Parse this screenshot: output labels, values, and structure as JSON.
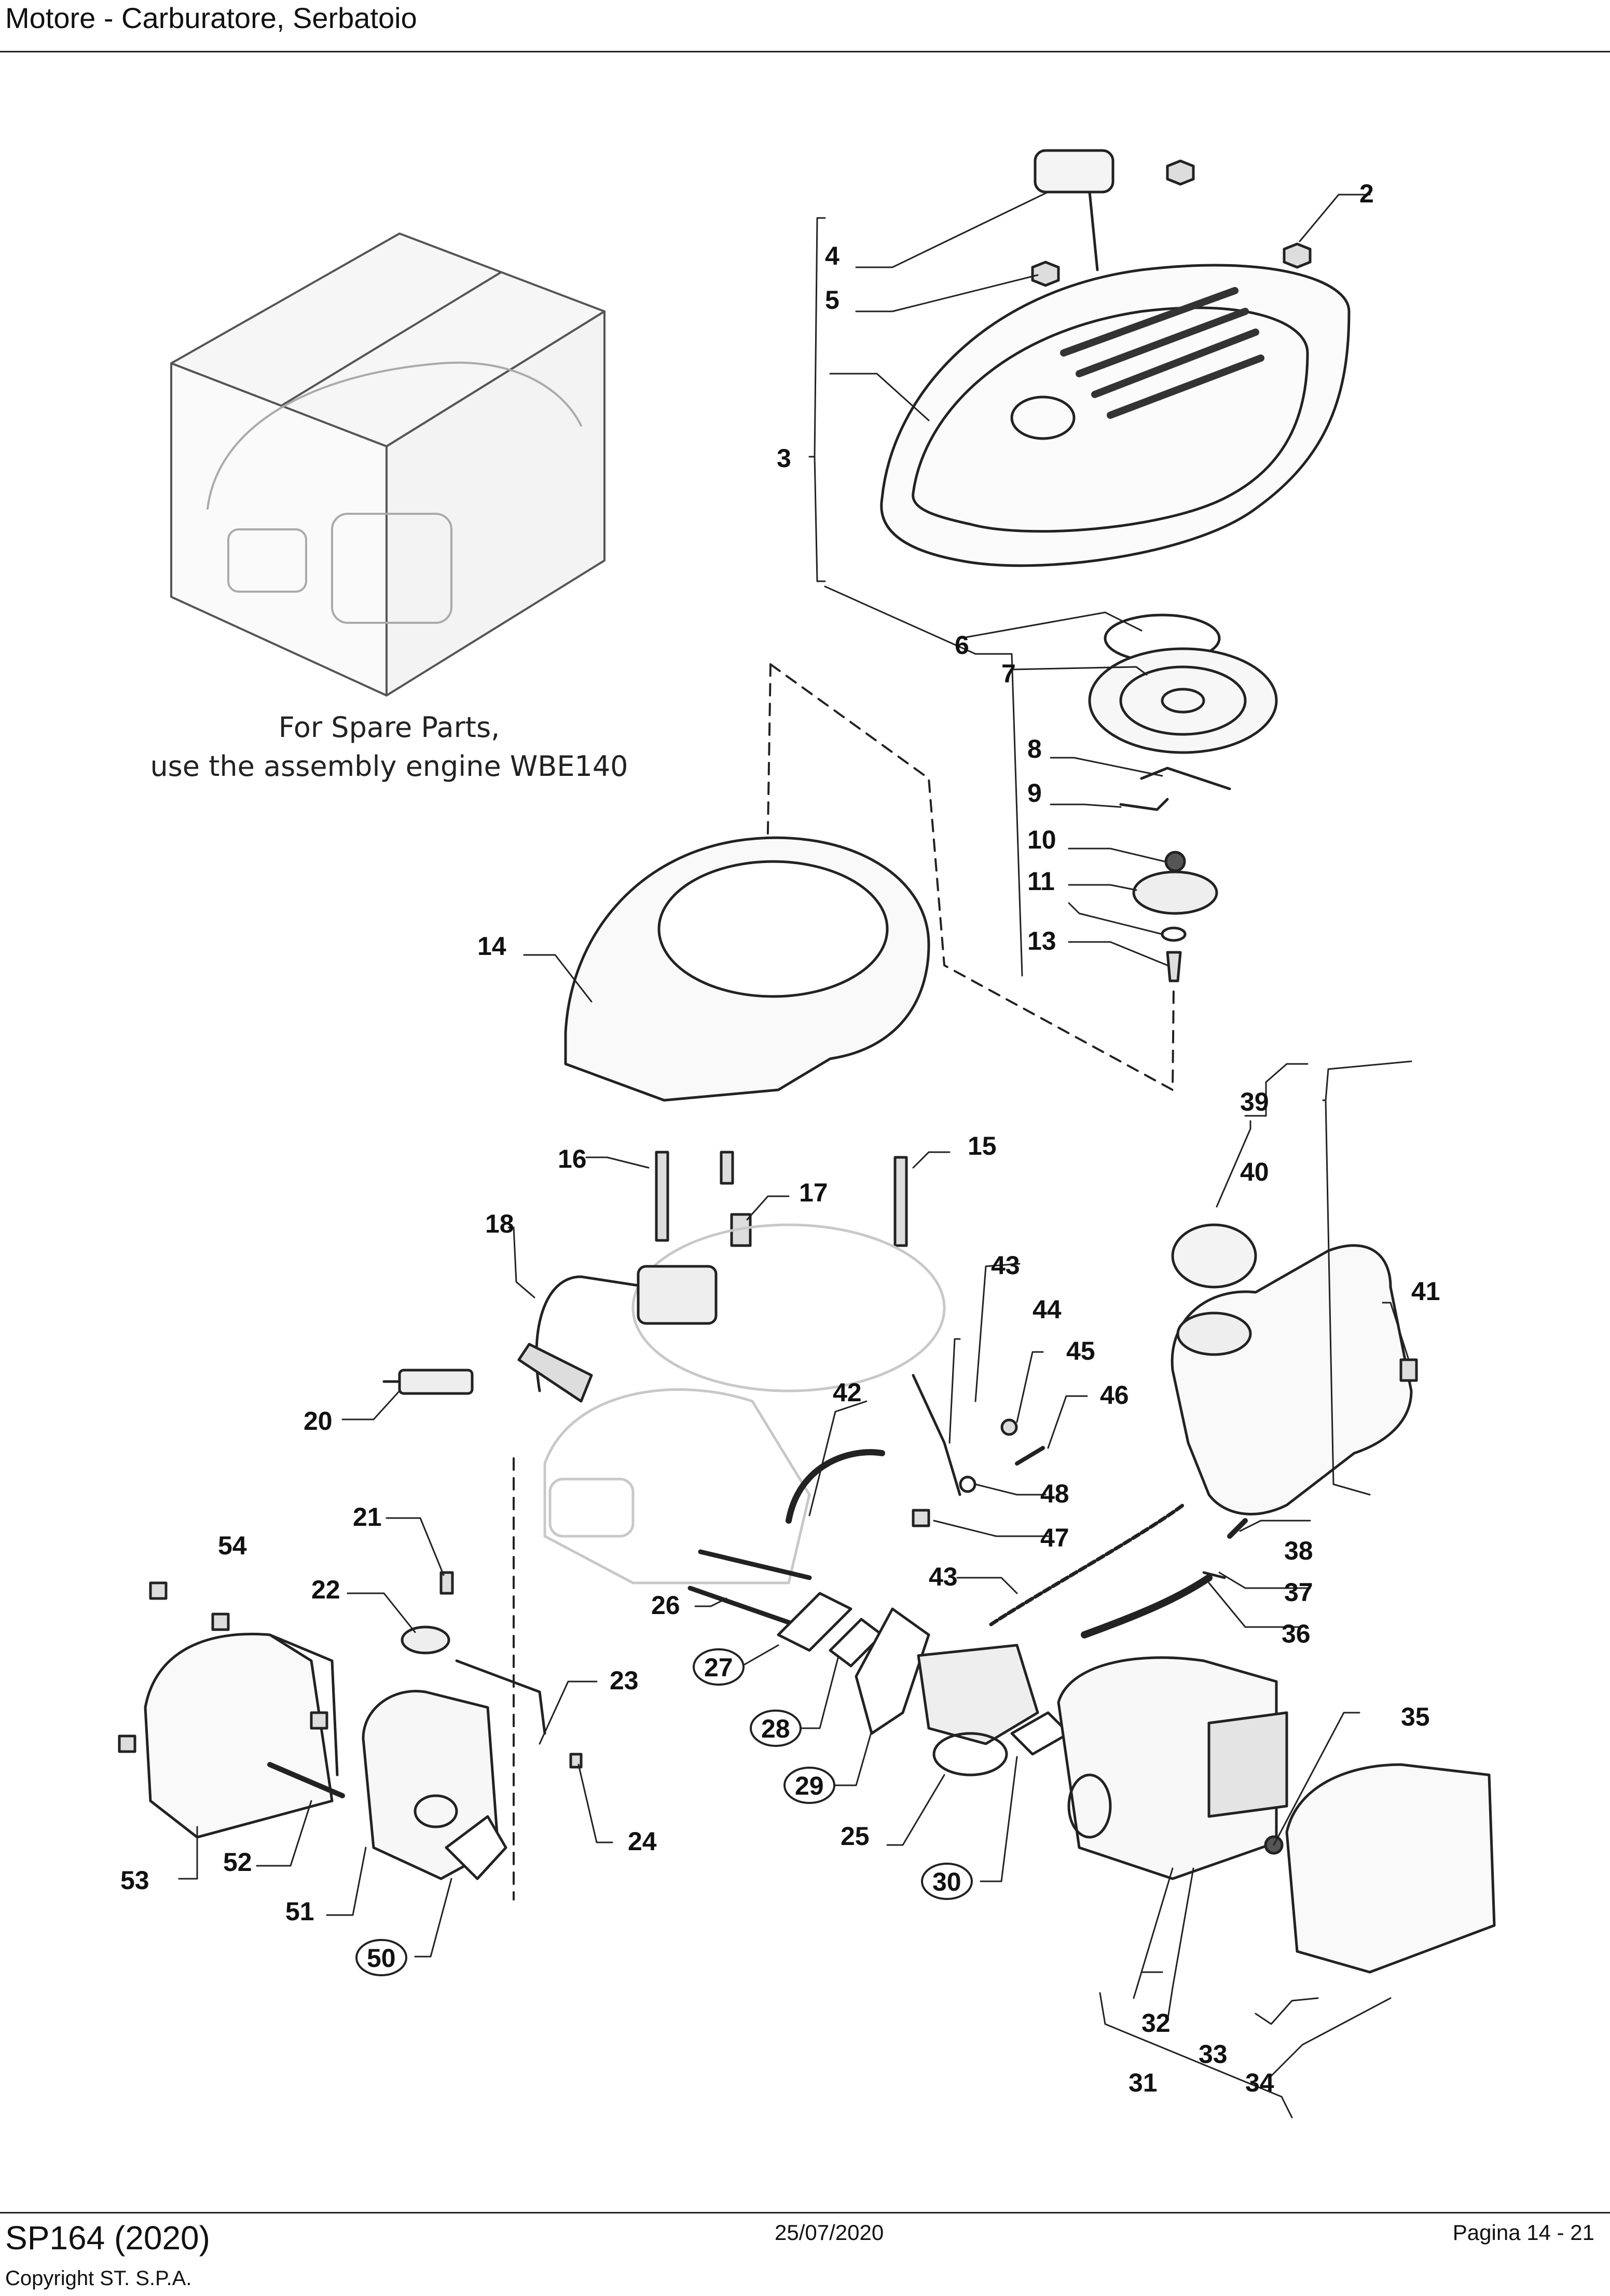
{
  "header": {
    "title": "Motore - Carburatore, Serbatoio"
  },
  "note": {
    "line1": "For Spare Parts,",
    "line2": "use the assembly engine WBE140"
  },
  "labels": {
    "n2": "2",
    "n3": "3",
    "n4": "4",
    "n5": "5",
    "n6": "6",
    "n7": "7",
    "n8": "8",
    "n9": "9",
    "n10": "10",
    "n11": "11",
    "n13": "13",
    "n14": "14",
    "n15": "15",
    "n16": "16",
    "n17": "17",
    "n18": "18",
    "n20": "20",
    "n21": "21",
    "n22": "22",
    "n23": "23",
    "n24": "24",
    "n25": "25",
    "n26": "26",
    "n27": "27",
    "n28": "28",
    "n29": "29",
    "n30": "30",
    "n31": "31",
    "n32": "32",
    "n33": "33",
    "n34": "34",
    "n35": "35",
    "n36": "36",
    "n37": "37",
    "n38": "38",
    "n39": "39",
    "n40": "40",
    "n41": "41",
    "n42": "42",
    "n43a": "43",
    "n43b": "43",
    "n44": "44",
    "n45": "45",
    "n46": "46",
    "n47": "47",
    "n48": "48",
    "n50": "50",
    "n51": "51",
    "n52": "52",
    "n53": "53",
    "n54": "54"
  },
  "footer": {
    "model": "SP164 (2020)",
    "copyright": "Copyright ST. S.P.A.",
    "date": "25/07/2020",
    "page": "Pagina 14 - 21"
  }
}
